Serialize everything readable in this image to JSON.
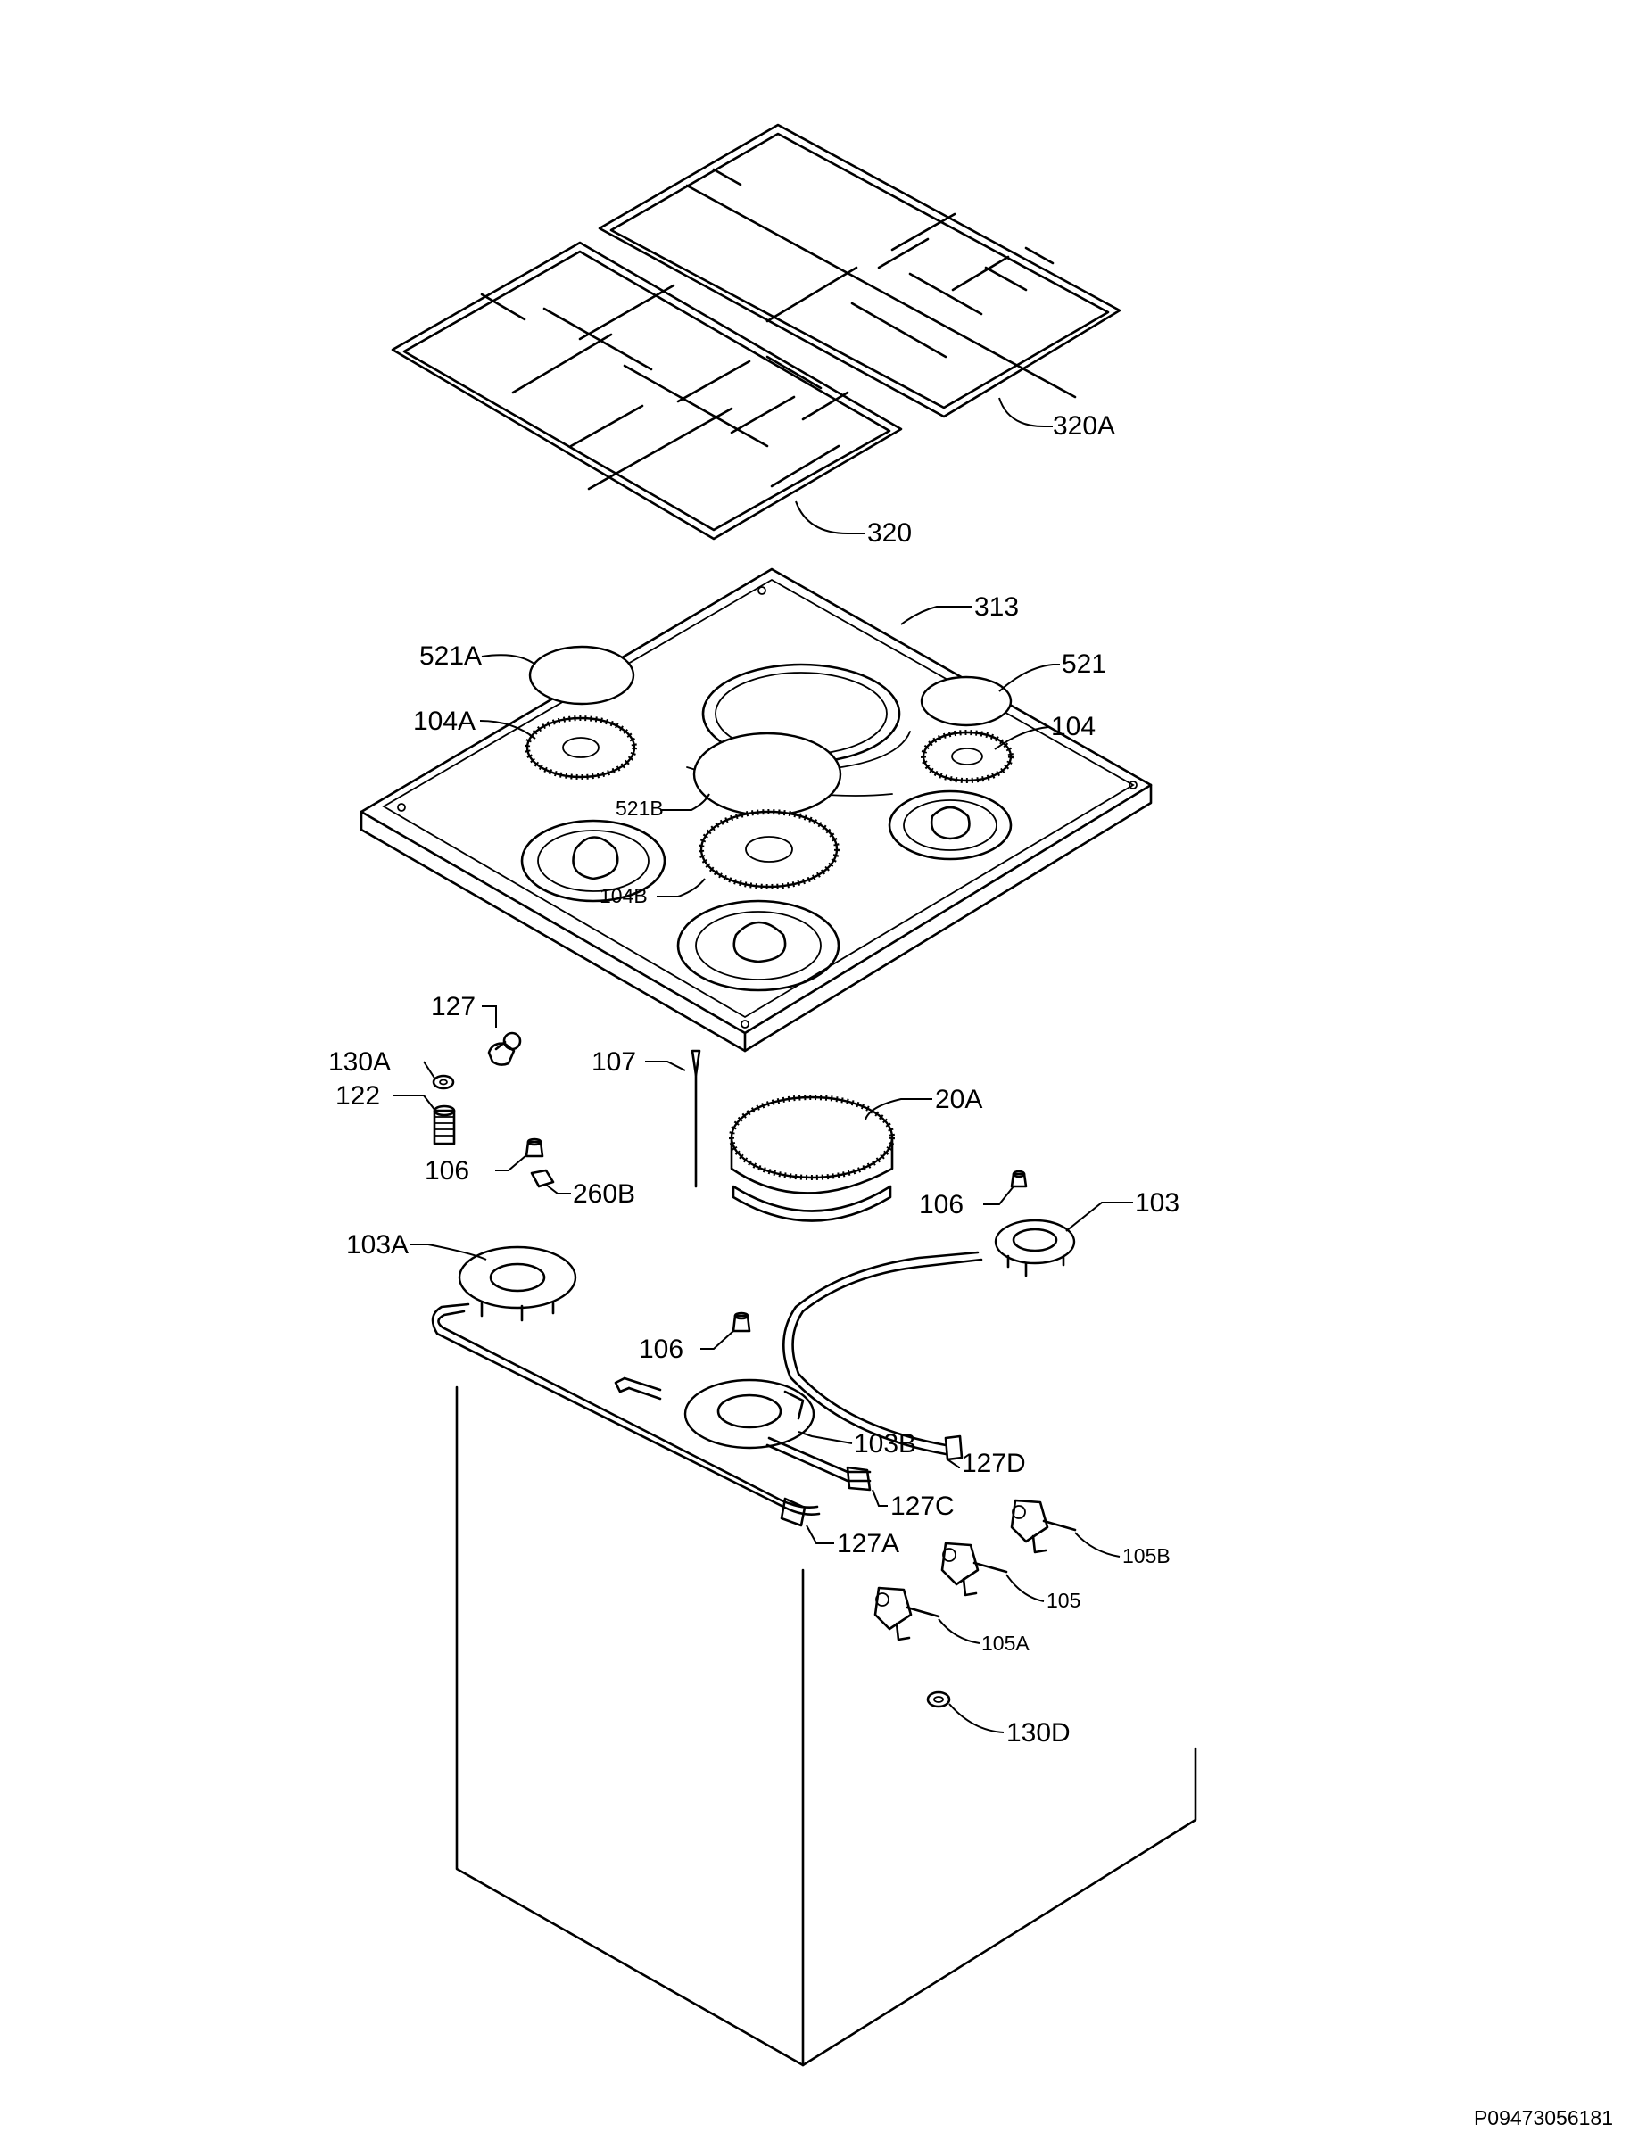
{
  "drawing_code": "P09473056181",
  "labels": {
    "l320A": "320A",
    "l320": "320",
    "l313": "313",
    "l521A": "521A",
    "l521": "521",
    "l104A": "104A",
    "l104": "104",
    "l521B": "521B",
    "l104B": "104B",
    "l127": "127",
    "l130A": "130A",
    "l107": "107",
    "l20A": "20A",
    "l122": "122",
    "l106a": "106",
    "l260B": "260B",
    "l106b": "106",
    "l103": "103",
    "l103A": "103A",
    "l106c": "106",
    "l103B": "103B",
    "l127D": "127D",
    "l127C": "127C",
    "l127A": "127A",
    "l105B": "105B",
    "l105": "105",
    "l105A": "105A",
    "l130D": "130D"
  }
}
